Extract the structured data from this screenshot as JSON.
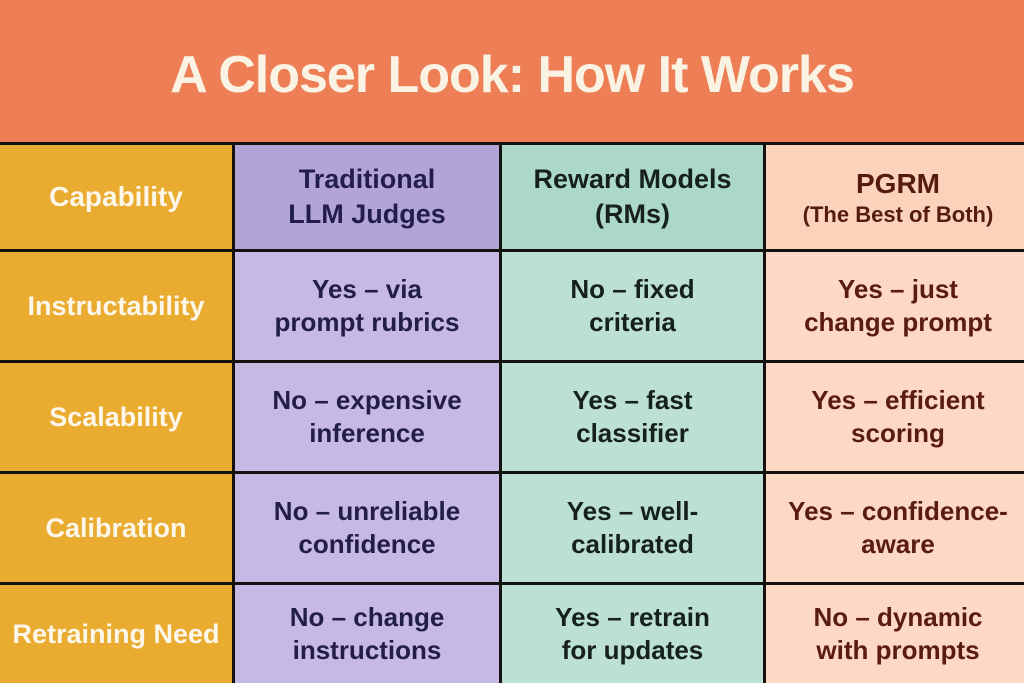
{
  "banner": {
    "title": "A Closer Look: How It Works"
  },
  "colors": {
    "banner_bg": "#ED7E55",
    "banner_text": "#FAF3E4",
    "grid_line": "#14120F",
    "capability_col": "#EAAB31",
    "capability_text": "#FDF7EA",
    "llm_judges_header": "#B2A4D7",
    "llm_judges_body": "#C6B9E4",
    "llm_judges_text": "#221E48",
    "reward_models_header": "#ACD8CA",
    "reward_models_body": "#BCE0D4",
    "reward_models_text": "#16211F",
    "pgrm_header": "#FBD2BA",
    "pgrm_body": "#FCD8C5",
    "pgrm_text": "#5A1B10"
  },
  "chart_data": {
    "type": "table",
    "title": "A Closer Look: How It Works",
    "columns": [
      "Capability",
      "Traditional LLM Judges",
      "Reward Models (RMs)",
      "PGRM (The Best of Both)"
    ],
    "rows": [
      [
        "Instructability",
        "Yes – via prompt rubrics",
        "No – fixed criteria",
        "Yes – just change prompt"
      ],
      [
        "Scalability",
        "No – expensive inference",
        "Yes – fast classifier",
        "Yes – efficient scoring"
      ],
      [
        "Calibration",
        "No – unreliable confidence",
        "Yes – well-calibrated",
        "Yes – confidence-aware"
      ],
      [
        "Retraining Need",
        "No – change instructions",
        "Yes – retrain for updates",
        "No – dynamic with prompts"
      ]
    ]
  },
  "table": {
    "header": {
      "capability": "Capability",
      "llm_judges": "Traditional\nLLM Judges",
      "reward_models": "Reward Models\n(RMs)",
      "pgrm_title": "PGRM",
      "pgrm_subtitle": "(The Best of Both)"
    },
    "rows": [
      {
        "capability": "Instructability",
        "llm_judges": "Yes – via\nprompt rubrics",
        "reward_models": "No – fixed\ncriteria",
        "pgrm": "Yes – just\nchange prompt"
      },
      {
        "capability": "Scalability",
        "llm_judges": "No – expensive\ninference",
        "reward_models": "Yes – fast\nclassifier",
        "pgrm": "Yes – efficient\nscoring"
      },
      {
        "capability": "Calibration",
        "llm_judges": "No – unreliable\nconfidence",
        "reward_models": "Yes – well-\ncalibrated",
        "pgrm": "Yes – confidence-\naware"
      },
      {
        "capability": "Retraining Need",
        "llm_judges": "No – change\ninstructions",
        "reward_models": "Yes – retrain\nfor updates",
        "pgrm": "No – dynamic\nwith prompts"
      }
    ]
  }
}
